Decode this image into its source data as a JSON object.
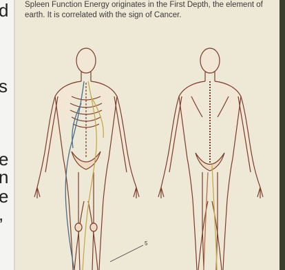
{
  "document": {
    "caption": "Spleen Function Energy originates in the First Depth, the element of earth. It is correlated with the sign of Cancer.",
    "figure_label": "5"
  },
  "left_fragments": [
    "d",
    "s",
    "e",
    "n",
    "e",
    ","
  ]
}
